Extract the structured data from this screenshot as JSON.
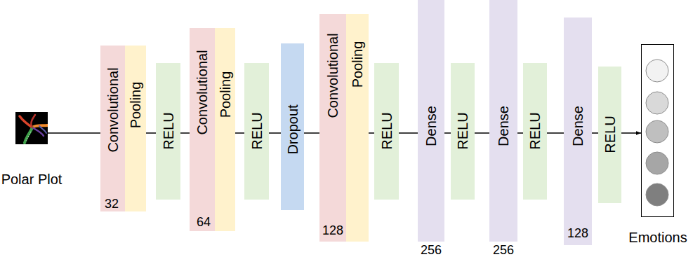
{
  "diagram": {
    "nodes": [
      {
        "text": [
          "Polar Plot"
        ]
      },
      {
        "text": [
          "Convolutional",
          "32"
        ]
      },
      {
        "text": [
          "Pooling"
        ]
      },
      {
        "text": [
          "RELU"
        ]
      },
      {
        "text": [
          "Convolutional",
          "64"
        ]
      },
      {
        "text": [
          "Pooling"
        ]
      },
      {
        "text": [
          "RELU"
        ]
      },
      {
        "text": [
          "Dropout"
        ]
      },
      {
        "text": [
          "Convolutional",
          "128"
        ]
      },
      {
        "text": [
          "Pooling"
        ]
      },
      {
        "text": [
          "RELU"
        ]
      },
      {
        "text": [
          "Dense",
          "256"
        ]
      },
      {
        "text": [
          "RELU"
        ]
      },
      {
        "text": [
          "Dense",
          "256"
        ]
      },
      {
        "text": [
          "RELU"
        ]
      },
      {
        "text": [
          "Dense",
          "128"
        ]
      },
      {
        "text": [
          "RELU"
        ]
      },
      {
        "text": [
          "Emotions"
        ]
      }
    ],
    "edges": [
      {
        "from": 0,
        "to": 1,
        "arrow": "none"
      },
      {
        "from": 2,
        "to": 3,
        "arrow": "none"
      },
      {
        "from": 3,
        "to": 4,
        "arrow": "none"
      },
      {
        "from": 5,
        "to": 6,
        "arrow": "none"
      },
      {
        "from": 6,
        "to": 7,
        "arrow": "none"
      },
      {
        "from": 7,
        "to": 8,
        "arrow": "none"
      },
      {
        "from": 9,
        "to": 10,
        "arrow": "none"
      },
      {
        "from": 10,
        "to": 11,
        "arrow": "none"
      },
      {
        "from": 11,
        "to": 12,
        "arrow": "none"
      },
      {
        "from": 12,
        "to": 13,
        "arrow": "none"
      },
      {
        "from": 13,
        "to": 14,
        "arrow": "none"
      },
      {
        "from": 14,
        "to": 15,
        "arrow": "none"
      },
      {
        "from": 15,
        "to": 16,
        "arrow": "none"
      },
      {
        "from": 16,
        "to": 17,
        "arrow": "to"
      }
    ]
  }
}
